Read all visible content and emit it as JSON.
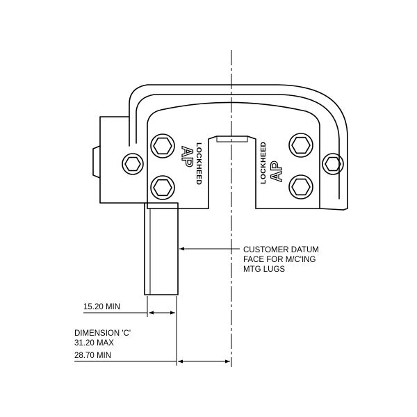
{
  "callouts": {
    "datum_line1": "CUSTOMER DATUM",
    "datum_line2": "FACE FOR M/C'ING",
    "datum_line3": "MTG LUGS"
  },
  "dimensions": {
    "width_min": "15.20 MIN",
    "dimension_c_title": "DIMENSION 'C'",
    "dimension_c_max": "31.20 MAX",
    "dimension_c_min": "28.70 MIN"
  },
  "branding": {
    "left_brand": "LOCKHEED",
    "right_brand": "LOCKHEED",
    "left_logo": "AP",
    "right_logo": "AP"
  },
  "colors": {
    "ink": "#000000",
    "background": "#ffffff"
  }
}
